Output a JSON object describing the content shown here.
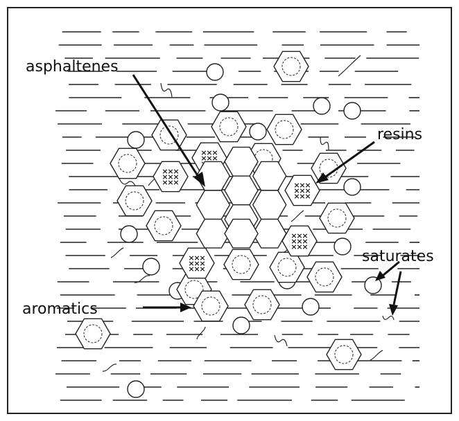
{
  "labels": {
    "asphaltenes": "asphaltenes",
    "resins": "resins",
    "saturates": "saturates",
    "aromatics": "aromatics"
  }
}
